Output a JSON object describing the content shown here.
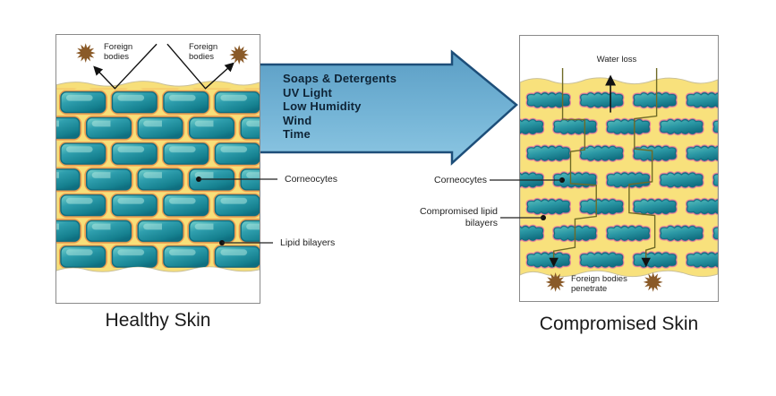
{
  "left_panel": {
    "caption": "Healthy Skin",
    "foreign_bodies_label": "Foreign\nbodies",
    "labels": {
      "corneocytes": "Corneocytes",
      "lipid_bilayers": "Lipid bilayers"
    }
  },
  "arrow": {
    "factors": [
      "Soaps & Detergents",
      "UV Light",
      "Low Humidity",
      "Wind",
      "Time"
    ]
  },
  "right_panel": {
    "caption": "Compromised Skin",
    "water_loss_label": "Water loss",
    "foreign_bodies_penetrate_label": "Foreign bodies\npenetrate",
    "labels": {
      "corneocytes": "Corneocytes",
      "compromised_lipid_bilayers": "Compromised lipid\nbilayers"
    }
  },
  "colors": {
    "arrow_fill_top": "#5b9ec5",
    "arrow_fill_bottom": "#8cc6e2",
    "arrow_border": "#1d4e79",
    "arrow_text": "#0e2335",
    "corneocyte_teal": "#2f9fae",
    "corneocyte_dark_edge": "#0d6b7e",
    "lipid_mortar_yellow": "#f7df79",
    "mortar_orange_fringe": "#ef9c4e",
    "compromised_pink_fringe": "#e77a9e",
    "foreign_body_brown": "#8a5a28",
    "crack_line_olive": "#6f6a26",
    "panel_border_gray": "#8a8a8a"
  }
}
